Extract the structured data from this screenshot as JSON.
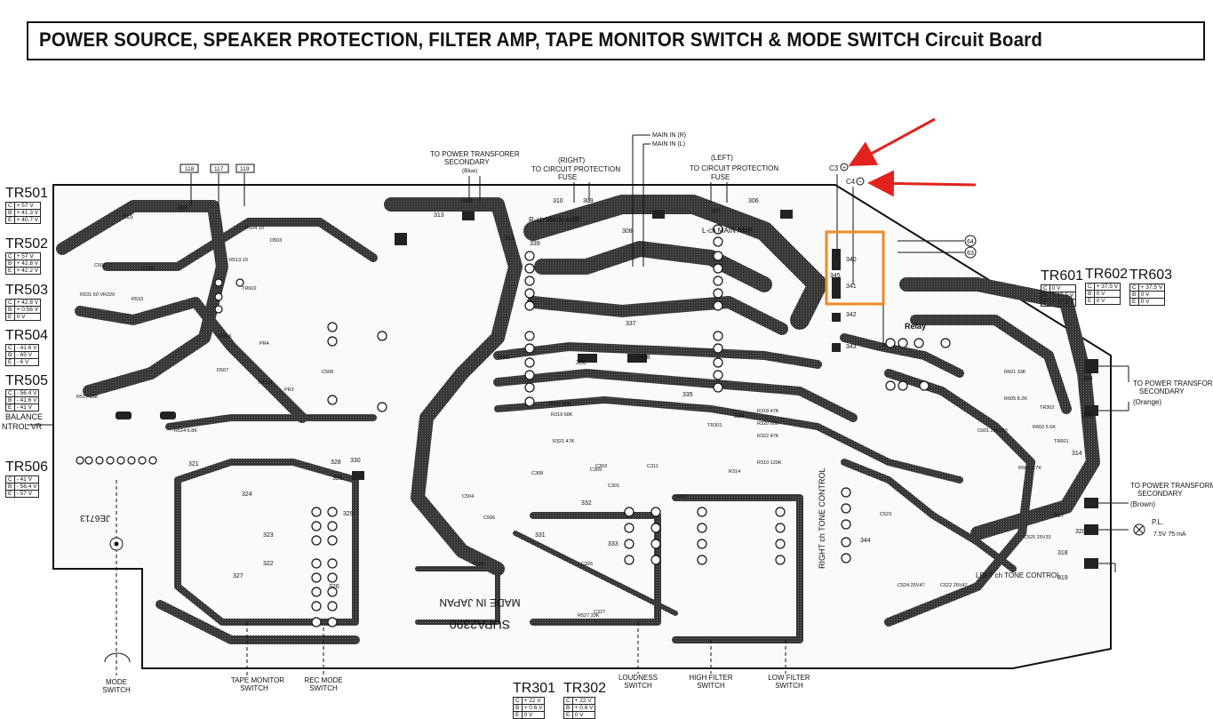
{
  "title": "POWER SOURCE, SPEAKER PROTECTION, FILTER AMP, TAPE MONITOR SWITCH &  MODE SWITCH Circuit Board",
  "colors": {
    "ink": "#111111",
    "annotation_arrow": "#e0231c",
    "highlight_box": "#f08a24",
    "paper": "#ffffff"
  },
  "top_labels": {
    "to_power_transformer_secondary": "TO POWER TRANSFORER",
    "secondary": "SECONDARY",
    "blue": "(Blue)",
    "right": "(RIGHT)",
    "to_circuit_protection_right": "TO CIRCUIT PROTECTION",
    "fuse_right": "FUSE",
    "main_in_r": "MAIN IN (R)",
    "main_in_l": "MAIN IN (L)",
    "left": "(LEFT)",
    "to_circuit_protection_left": "TO CIRCUIT PROTECTION",
    "fuse_left": "FUSE",
    "c3": "C3",
    "c4": "C4",
    "pin118": "118",
    "pin117": "117",
    "pin119": "119"
  },
  "right_labels": {
    "to_power_transformer_1": "TO POWER TRANSFORMER",
    "secondary_1": "SECONDARY",
    "orange": "(Orange)",
    "to_power_transformer_2": "TO POWER TRANSFORME",
    "secondary_2": "SECONDARY",
    "brown": "(Brown)",
    "pl": "P.L.",
    "pl_rating": "7.5V 75 mA",
    "relay": "Relay"
  },
  "left_labels": {
    "balance": "BALANCE",
    "control_vr": "NTROL VR"
  },
  "board_text": {
    "made_in_japan": "MADE IN JAPAN",
    "board_code": "SUPA2390",
    "rch_main_amp": "R-ch MAIN AMP",
    "lch_main_amp": "L-ch MAIN AMP",
    "right_tone_control": "RIGHT ch TONE CONTROL",
    "left_tone_control": "LEFT ch TONE CONTROL",
    "code_6713": "JE6713"
  },
  "bottom_labels": {
    "mode_switch": [
      "MODE",
      "SWITCH"
    ],
    "tape_monitor_switch": [
      "TAPE MONITOR",
      "SWITCH"
    ],
    "rec_mode_switch": [
      "REC MODE",
      "SWITCH"
    ],
    "loudness_switch": [
      "LOUDNESS",
      "SWITCH"
    ],
    "high_filter_switch": [
      "HIGH FILTER",
      "SWITCH"
    ],
    "low_filter_switch": [
      "LOW FILTER",
      "SWITCH"
    ]
  },
  "voltage_tables": {
    "tr501": {
      "name": "TR501",
      "rows": [
        [
          "C",
          "+ 57  V"
        ],
        [
          "B",
          "+ 41.3  V"
        ],
        [
          "E",
          "+ 40.7  V"
        ]
      ]
    },
    "tr502": {
      "name": "TR502",
      "rows": [
        [
          "C",
          "+ 57  V"
        ],
        [
          "B",
          "+ 42.8  V"
        ],
        [
          "E",
          "+ 42.2  V"
        ]
      ]
    },
    "tr503": {
      "name": "TR503",
      "rows": [
        [
          "C",
          "+ 42.8  V"
        ],
        [
          "B",
          "+ 0.56  V"
        ],
        [
          "E",
          "0  V"
        ]
      ]
    },
    "tr504": {
      "name": "TR504",
      "rows": [
        [
          "C",
          "- 41.6  V"
        ],
        [
          "B",
          "- 65  V"
        ],
        [
          "E",
          "- 6  V"
        ]
      ]
    },
    "tr505": {
      "name": "TR505",
      "rows": [
        [
          "C",
          "- 56.4  V"
        ],
        [
          "B",
          "- 41.6  V"
        ],
        [
          "E",
          "- 41  V"
        ]
      ]
    },
    "tr506": {
      "name": "TR506",
      "rows": [
        [
          "C",
          "- 41  V"
        ],
        [
          "B",
          "- 56.4  V"
        ],
        [
          "E",
          "- 57  V"
        ]
      ]
    },
    "tr601": {
      "name": "TR601",
      "rows": [
        [
          "C",
          "0  V"
        ],
        [
          "B",
          "+ 37.5  V"
        ],
        [
          "E",
          "+ 37.5  V"
        ]
      ]
    },
    "tr602": {
      "name": "TR602",
      "rows": [
        [
          "C",
          "+ 37.5  V"
        ],
        [
          "B",
          "0  V"
        ],
        [
          "E",
          "0  V"
        ]
      ]
    },
    "tr603": {
      "name": "TR603",
      "rows": [
        [
          "C",
          "+ 37.5  V"
        ],
        [
          "B",
          "0  V"
        ],
        [
          "E",
          "0  V"
        ]
      ]
    },
    "tr301": {
      "name": "TR301",
      "rows": [
        [
          "C",
          "+ 22  V"
        ],
        [
          "B",
          "+ 0.6  V"
        ],
        [
          "E",
          "0  V"
        ]
      ]
    },
    "tr302": {
      "name": "TR302",
      "rows": [
        [
          "C",
          "+ 22  V"
        ],
        [
          "B",
          "+ 0.6  V"
        ],
        [
          "E",
          "0  V"
        ]
      ]
    }
  },
  "component_labels": [
    "R517 18K",
    "R524 6.8K",
    "D507",
    "R513 10",
    "R504 10",
    "D503",
    "R531 50 VR220",
    "C508",
    "R533",
    "R506",
    "R337 47K",
    "R319 68K",
    "R321 47K",
    "R318 47K",
    "R320 68K",
    "R322 47K",
    "R310 120K",
    "C309",
    "C311",
    "R601 33K",
    "R604 2.7K",
    "R605 8.2K",
    "R602 5.6K",
    "C601 25V220",
    "C502",
    "C503",
    "C504",
    "C505",
    "C506",
    "C523",
    "C524 25V47",
    "C522 25V47",
    "C525 25V33",
    "R527 33K",
    "C327",
    "C326",
    "R314",
    "C307",
    "C308",
    "C303",
    "C301",
    "TR301",
    "TR302",
    "TR601",
    "TR602",
    "TR504",
    "TR506",
    "PR4",
    "PR3"
  ],
  "pcb_numbers": [
    "304",
    "305",
    "306",
    "307",
    "308",
    "309",
    "310",
    "311",
    "312",
    "313",
    "314",
    "315",
    "316",
    "317",
    "318",
    "319",
    "320",
    "321",
    "322",
    "323",
    "324",
    "325",
    "326",
    "327",
    "328",
    "329",
    "330",
    "331",
    "332",
    "333",
    "334",
    "335",
    "336",
    "337",
    "338",
    "339",
    "340",
    "341",
    "342",
    "343",
    "344",
    "345"
  ]
}
